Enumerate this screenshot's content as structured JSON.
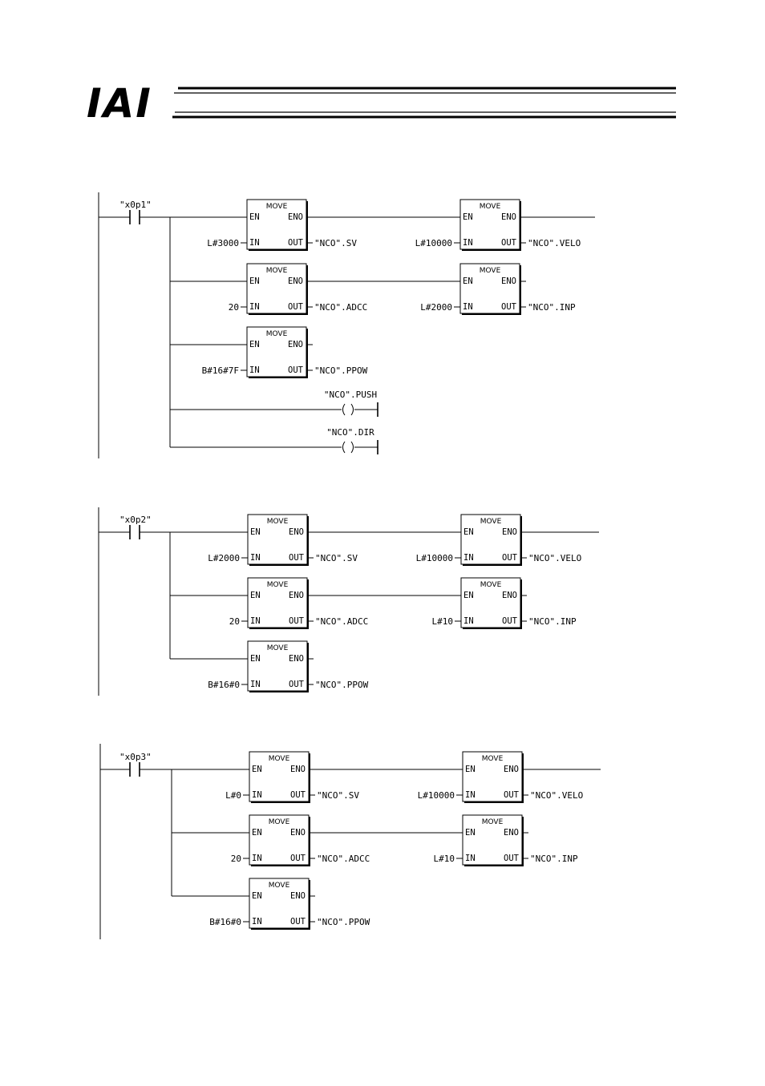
{
  "header": {
    "logo": "IAI"
  },
  "block": {
    "title": "MOVE",
    "en": "EN",
    "eno": "ENO",
    "in": "IN",
    "out": "OUT"
  },
  "networks": [
    {
      "contact": "\"x0p1\"",
      "moves": [
        {
          "in": "L#3000",
          "out": "\"NCO\".SV"
        },
        {
          "in": "L#10000",
          "out": "\"NCO\".VELO"
        },
        {
          "in": "20",
          "out": "\"NCO\".ADCC"
        },
        {
          "in": "L#2000",
          "out": "\"NCO\".INP"
        },
        {
          "in": "B#16#7F",
          "out": "\"NCO\".PPOW"
        }
      ],
      "coils": [
        "\"NCO\".PUSH",
        "\"NCO\".DIR"
      ]
    },
    {
      "contact": "\"x0p2\"",
      "moves": [
        {
          "in": "L#2000",
          "out": "\"NCO\".SV"
        },
        {
          "in": "L#10000",
          "out": "\"NCO\".VELO"
        },
        {
          "in": "20",
          "out": "\"NCO\".ADCC"
        },
        {
          "in": "L#10",
          "out": "\"NCO\".INP"
        },
        {
          "in": "B#16#0",
          "out": "\"NCO\".PPOW"
        }
      ],
      "coils": []
    },
    {
      "contact": "\"x0p3\"",
      "moves": [
        {
          "in": "L#0",
          "out": "\"NCO\".SV"
        },
        {
          "in": "L#10000",
          "out": "\"NCO\".VELO"
        },
        {
          "in": "20",
          "out": "\"NCO\".ADCC"
        },
        {
          "in": "L#10",
          "out": "\"NCO\".INP"
        },
        {
          "in": "B#16#0",
          "out": "\"NCO\".PPOW"
        }
      ],
      "coils": []
    }
  ]
}
